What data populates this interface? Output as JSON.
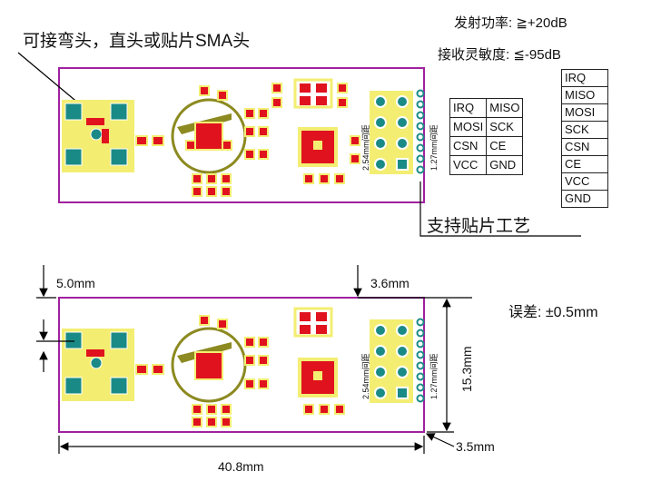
{
  "callout_top": "可接弯头，直头或贴片SMA头",
  "specs": {
    "tx_power": "发射功率: ≧+20dB",
    "rx_sensitivity": "接收灵敏度: ≦-95dB"
  },
  "pin_table": [
    [
      "IRQ",
      "MISO"
    ],
    [
      "MOSI",
      "SCK"
    ],
    [
      "CSN",
      "CE"
    ],
    [
      "VCC",
      "GND"
    ]
  ],
  "pin_list": [
    "IRQ",
    "MISO",
    "MOSI",
    "SCK",
    "CSN",
    "CE",
    "VCC",
    "GND"
  ],
  "smt_note": "支持贴片工艺",
  "pitch_labels": {
    "pitch_254": "2.54mm间距",
    "pitch_127": "1.27mm间距"
  },
  "dimensions": {
    "left_offset": "5.0mm",
    "right_offset": "3.6mm",
    "tolerance": "误差: ±0.5mm",
    "height": "15.3mm",
    "width": "40.8mm",
    "right_margin": "3.5mm"
  },
  "colors": {
    "board_outline": "#a020a0",
    "pad_red": "#e0121e",
    "pad_yellow": "#f3ee72",
    "via_teal": "#1a8a86",
    "pcb_olive": "#8c8a20"
  }
}
